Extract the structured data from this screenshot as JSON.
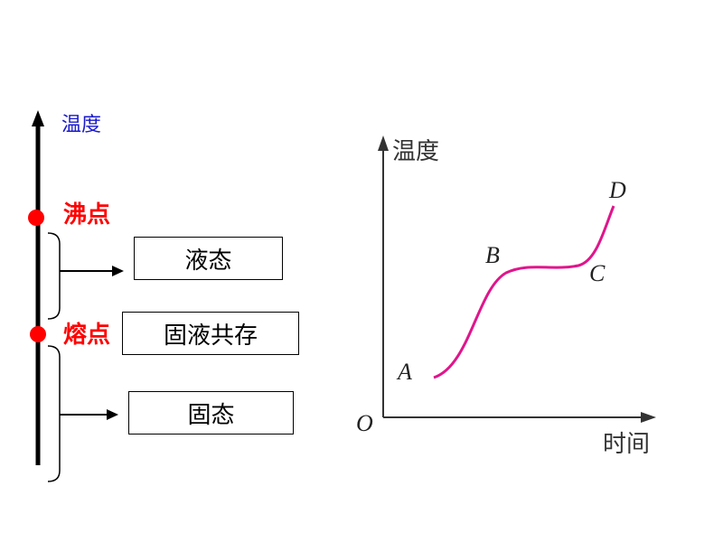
{
  "left_diagram": {
    "axis_label": "温度",
    "boiling_point": "沸点",
    "melting_point": "熔点",
    "liquid_state": "液态",
    "coexist_state": "固液共存",
    "solid_state": "固态"
  },
  "right_chart": {
    "y_axis_label": "温度",
    "x_axis_label": "时间",
    "origin_label": "O",
    "point_labels": [
      "A",
      "B",
      "C",
      "D"
    ],
    "curve_color": "#e0158c"
  },
  "colors": {
    "axis_label_blue": "#1a1acc",
    "point_red": "#ff0000"
  }
}
